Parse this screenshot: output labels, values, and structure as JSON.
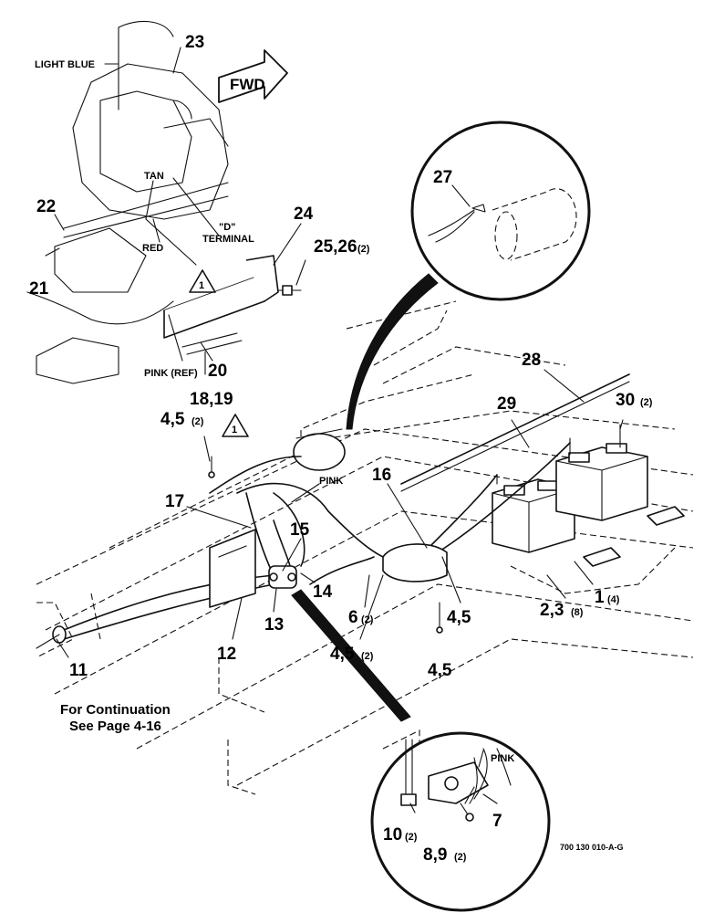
{
  "callouts": {
    "c23": "23",
    "c22": "22",
    "c21": "21",
    "c24": "24",
    "c25_26": "25,26",
    "c25_26_qty": "(2)",
    "c20": "20",
    "c18_19": "18,19",
    "c27": "27",
    "c28": "28",
    "c29": "29",
    "c30": "30",
    "c30_qty": "(2)",
    "c4_5_top": "4,5",
    "c4_5_top_qty": "(2)",
    "c16": "16",
    "c17": "17",
    "c15": "15",
    "c14": "14",
    "c13": "13",
    "c12": "12",
    "c11": "11",
    "c6": "6",
    "c6_qty": "(2)",
    "c4_5_right": "4,5",
    "c4_5_lower": "4,5",
    "c4_5_mid": "4,5",
    "c4_5_mid_qty": "(2)",
    "c1": "1",
    "c1_qty": "(4)",
    "c2_3": "2,3",
    "c2_3_qty": "(8)",
    "c7": "7",
    "c10": "10",
    "c10_qty": "(2)",
    "c8_9": "8,9",
    "c8_9_qty": "(2)"
  },
  "labels": {
    "light_blue": "LIGHT BLUE",
    "tan": "TAN",
    "red": "RED",
    "d_terminal_line1": "\"D\"",
    "d_terminal_line2": "TERMINAL",
    "pink_ref": "PINK (REF)",
    "pink_main": "PINK",
    "pink_detail": "PINK",
    "note_symbol_top": "1",
    "note_symbol_mid": "1",
    "fwd": "FWD"
  },
  "continuation": {
    "line1": "For Continuation",
    "line2": "See Page 4-16"
  },
  "figure_code": "700 130 010-A-G"
}
